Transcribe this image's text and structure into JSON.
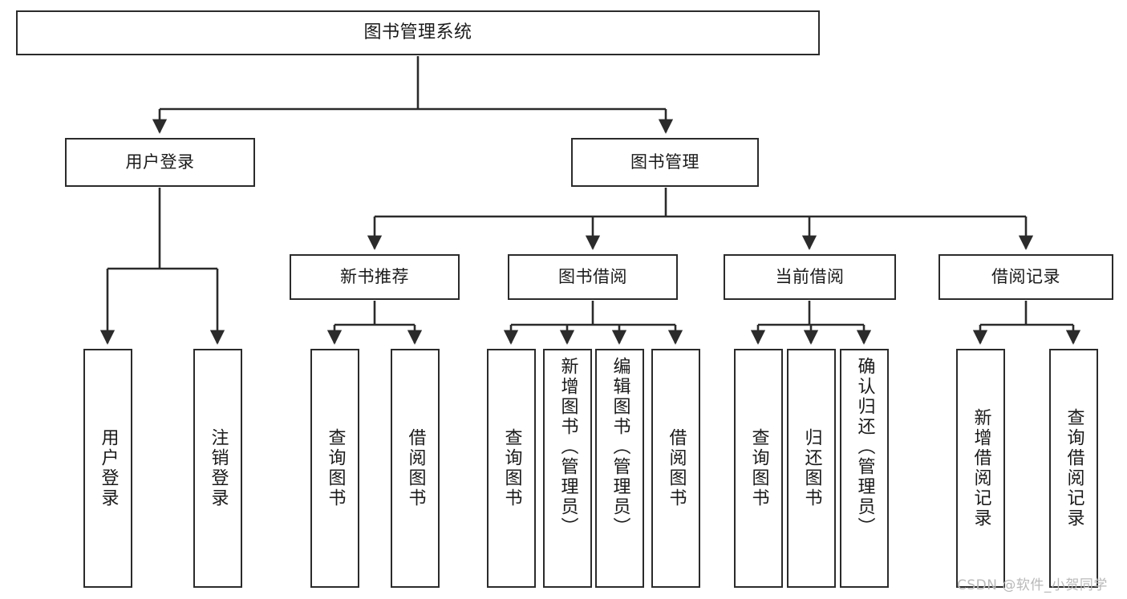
{
  "diagram": {
    "title": "图书管理系统",
    "type": "hierarchy-tree",
    "colors": {
      "box_border": "#2b2b2b",
      "box_fill": "#ffffff",
      "edge": "#2b2b2b",
      "text": "#1a1a1a",
      "watermark": "#b9b9b9",
      "background": "#ffffff"
    }
  },
  "nodes": {
    "root": {
      "label": "图书管理系统"
    },
    "level2": [
      {
        "id": "user-login",
        "label": "用户登录"
      },
      {
        "id": "book-manage",
        "label": "图书管理"
      }
    ],
    "level3": [
      {
        "id": "new-book-recommend",
        "label": "新书推荐"
      },
      {
        "id": "book-borrow",
        "label": "图书借阅"
      },
      {
        "id": "current-borrow",
        "label": "当前借阅"
      },
      {
        "id": "borrow-record",
        "label": "借阅记录"
      }
    ],
    "leaves": {
      "user_login": [
        {
          "id": "leaf-user-login",
          "label": "用户登录"
        },
        {
          "id": "leaf-logout",
          "label": "注销登录"
        }
      ],
      "new_book_recommend": [
        {
          "id": "leaf-query-book-1",
          "label": "查询图书"
        },
        {
          "id": "leaf-borrow-book-1",
          "label": "借阅图书"
        }
      ],
      "book_borrow": [
        {
          "id": "leaf-query-book-2",
          "label": "查询图书"
        },
        {
          "id": "leaf-add-book",
          "label": "新增图书（管理员）"
        },
        {
          "id": "leaf-edit-book",
          "label": "编辑图书（管理员）"
        },
        {
          "id": "leaf-borrow-book-2",
          "label": "借阅图书"
        }
      ],
      "current_borrow": [
        {
          "id": "leaf-query-book-3",
          "label": "查询图书"
        },
        {
          "id": "leaf-return-book",
          "label": "归还图书"
        },
        {
          "id": "leaf-confirm-return",
          "label": "确认归还（管理员）"
        }
      ],
      "borrow_record": [
        {
          "id": "leaf-add-record",
          "label": "新增借阅记录"
        },
        {
          "id": "leaf-query-record",
          "label": "查询借阅记录"
        }
      ]
    }
  },
  "watermark": {
    "text": "CSDN @软件_小贺同学"
  }
}
